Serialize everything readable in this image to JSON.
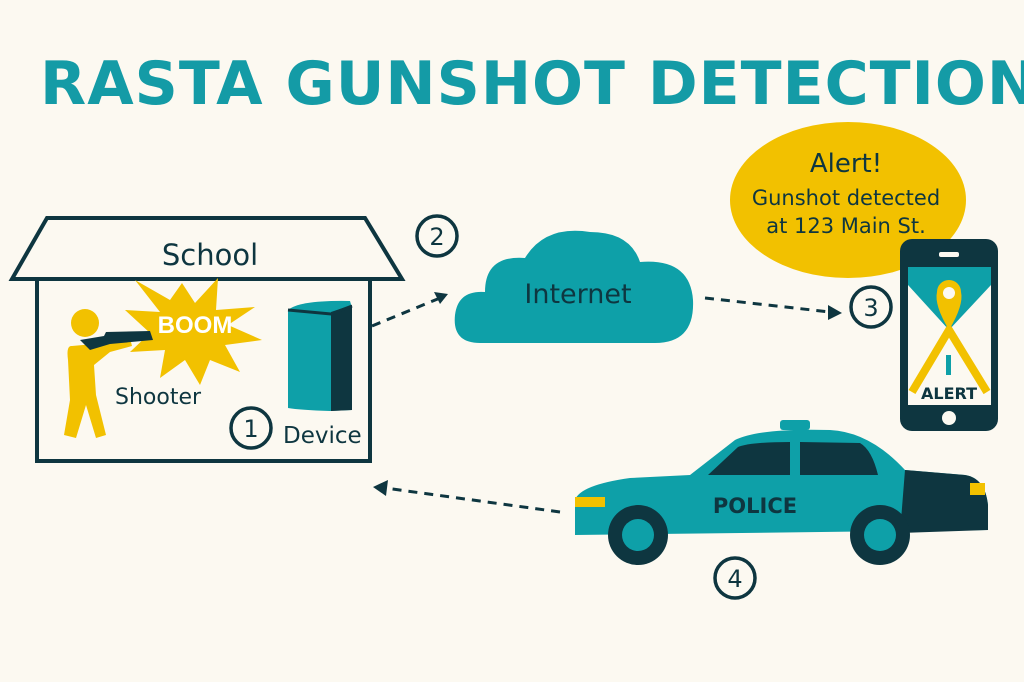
{
  "title": "RASTA GUNSHOT DETECTION",
  "school": {
    "label": "School",
    "boom": "BOOM",
    "shooter": "Shooter",
    "device": "Device"
  },
  "internet": {
    "label": "Internet"
  },
  "alert": {
    "line1": "Alert!",
    "line2": "Gunshot detected",
    "line3": "at 123 Main St.",
    "phone_label": "ALERT"
  },
  "police": {
    "label": "POLICE"
  },
  "steps": [
    "1",
    "2",
    "3",
    "4"
  ],
  "colors": {
    "teal": "#0ea0a8",
    "dark": "#0e3640",
    "yellow": "#f2c100",
    "background": "#fcf9f1"
  }
}
